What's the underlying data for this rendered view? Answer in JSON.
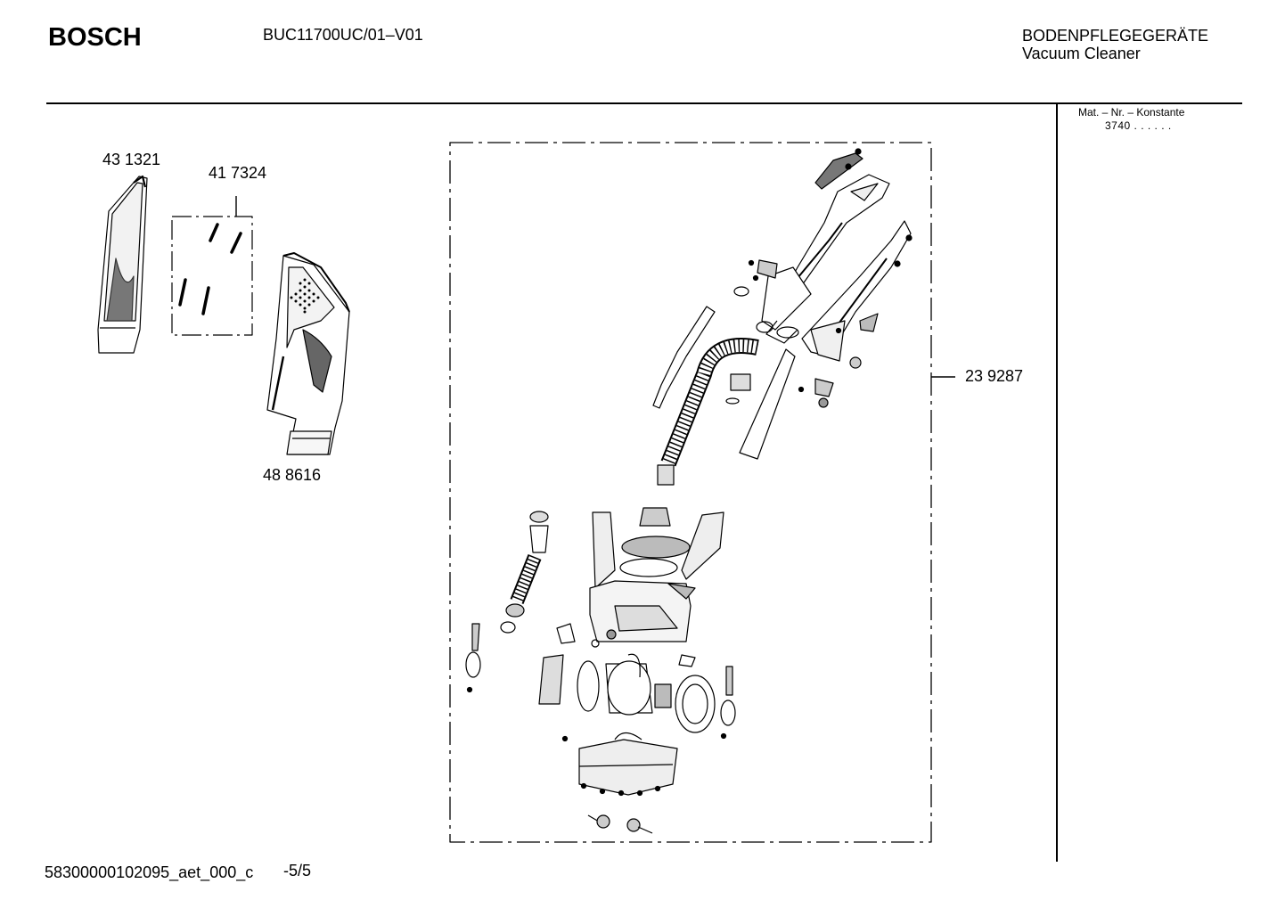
{
  "header": {
    "brand": "BOSCH",
    "model_code": "BUC11700UC/01–V01",
    "category_de": "BODENPFLEGEGERÄTE",
    "category_en": "Vacuum Cleaner"
  },
  "side_panel": {
    "mat_label": "Mat. – Nr. – Konstante",
    "mat_value": "3740 . . . . . ."
  },
  "parts": {
    "p1": "43 1321",
    "p2": "41 7324",
    "p3": "48 8616",
    "p4": "23 9287"
  },
  "footer": {
    "doc_id": "58300000102095_aet_000_c",
    "page": "-5/5"
  }
}
